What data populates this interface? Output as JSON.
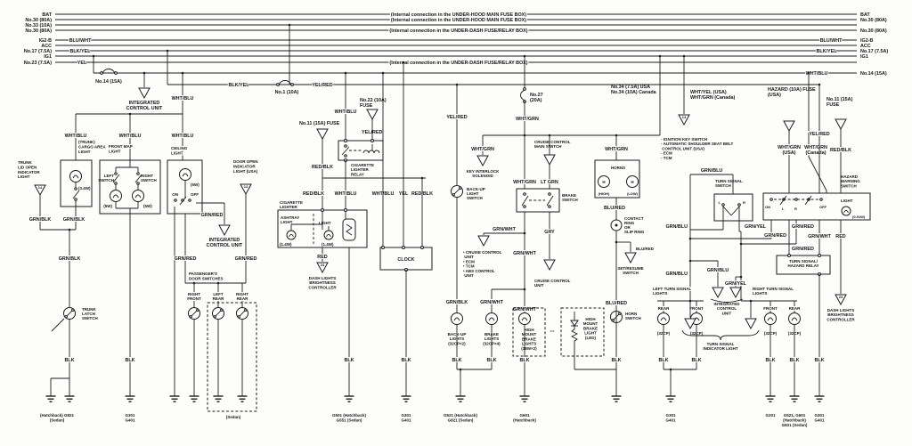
{
  "bus": {
    "l0": "BAT",
    "l1": "No.30 (80A)",
    "l2": "No.33 (10A)",
    "l3": "No.30 (80A)",
    "l4": "IG2-B",
    "l5": "ACC",
    "l6": "No.17 (7.5A)",
    "l7": "IG1",
    "l8": "No.23 (7.5A)",
    "r0": "BAT",
    "r1": "No.30 (80A)",
    "r2": "No.30 (80A)",
    "r3": "IG2-B",
    "r4": "ACC",
    "r5": "No.17 (7.5A)",
    "r6": "IG1",
    "r7": "No.14 (15A)",
    "note_hood": "(Internal connection in the UNDER-HOOD MAIN FUSE BOX)",
    "note_dash": "(Internal connection in the UNDER-DASH FUSE/RELAY BOX)"
  },
  "w": {
    "whtblu": "WHT/BLU",
    "bluwht": "BLU/WHT",
    "blkyel": "BLK/YEL",
    "yel": "YEL",
    "yelred": "YEL/RED",
    "redblk": "RED/BLK",
    "red": "RED",
    "blk": "BLK",
    "grnblk": "GRN/BLK",
    "grnred": "GRN/RED",
    "grnwht": "GRN/WHT",
    "whtgrn": "WHT/GRN",
    "ltgrn": "LT GRN",
    "gry": "GRY",
    "blured": "BLU/RED",
    "grnblu": "GRN/BLU",
    "grnyel": "GRN/YEL"
  },
  "fuse": {
    "f14": "No.14 (15A)",
    "f1": "No.1 (10A)",
    "f22": "No.22 (10A)|FUSE",
    "f11": "No.11 (15A) FUSE",
    "f27": "No.27|(20A)",
    "f34": "No.34 (7.5A) USA|No.34 (10A) Canada",
    "fhaz": "HAZARD (10A) FUSE|(USA)",
    "f11b": "No.11 (15A)|FUSE"
  },
  "comp": {
    "icu": "INTEGRATED|CONTROL UNIT",
    "icu3": "INTEGRATED|CONTROL|UNIT",
    "trunk_lid": "TRUNK|LID OPEN|INDICATOR|LIGHT",
    "trunk_cargo": "(TRUNK)|CARGO AREA|LIGHT",
    "front_map": "FRONT MAP|LIGHT",
    "ceiling": "CEILING|LIGHT",
    "door_open": "DOOR OPEN|INDICATOR|LIGHT (USA)",
    "left_switch": "LEFT|SWITCH",
    "right_switch": "RIGHT|SWITCH",
    "w34": "(3.4W)",
    "w5": "(5W)",
    "w14": "(1.4W)",
    "w091": "(0.91W)",
    "on": "ON",
    "off": "OFF",
    "pass_door": "PASSENGER'S|DOOR SWITCHES",
    "rf": "RIGHT|FRONT",
    "lr": "LEFT|REAR",
    "rr": "RIGHT|REAR",
    "trunk_latch": "TRUNK|LATCH|SWITCH",
    "cig": "CIGARETTE|LIGHTER",
    "cig_relay": "CIGARETTE|LIGHTER|RELAY",
    "ashtray": "ASHTRAY|LIGHT",
    "light": "LIGHT",
    "clock": "CLOCK",
    "dlbc": "DASH LIGHTS|BRIGHTNESS|CONTROLLER",
    "key_interlock": "KEY INTERLOCK|SOLENOID",
    "cruise_main": "CRUISE CONTROL|MAIN SWITCH",
    "brake_switch": "BRAKE|SWITCH",
    "horns": "HORNS",
    "h": "H",
    "high": "(HIGH)",
    "low": "(LOW)",
    "contact": "CONTACT|RING|OR|SLIP RING",
    "setresume": "SET/RESUME|SWITCH",
    "horn_sw": "HORN|SWITCH",
    "backup_sw": "BACK-UP|LIGHT|SWITCH",
    "cruise_list": "• CRUISE CONTROL|  UNIT|• ECM|• TCM|• ABS CONTROL|  UNIT",
    "cruise_unit": "CRUISE CONTROL|UNIT",
    "backup_lights": "BACK-UP|LIGHTS|(32CP×2)",
    "brake_lights": "BRAKE|LIGHTS|(32CP×4)",
    "hmbl": "HIGH|MOUNT|BRAKE|LIGHTS|(18W×2)",
    "hmbl_led": "HIGH|MOUNT|BRAKE|LIGHT|(LED)",
    "ign_list": "- IGNITION KEY SWITCH|- AUTOMATIC SHOULDER SEAT BELT|  CONTROL UNIT (USA)|-   ECM|-   TCM",
    "whtyel2": "WHT/YEL (USA)|WHT/GRN (Canada)",
    "whtgrn_usa": "WHT/GRN|(USA)",
    "whtgrn_can": "WHT/GRN|(Canada)",
    "turn_sw": "TURN SIGNAL|SWITCH",
    "hazard_sw": "HAZARD|WARNING|SWITCH",
    "ts_relay": "TURN SIGNAL/|HAZARD RELAY",
    "left_ts": "LEFT TURN SIGNAL|LIGHTS",
    "right_ts": "RIGHT TURN SIGNAL|LIGHTS",
    "rear": "REAR",
    "front": "FRONT",
    "cp32": "(32CP)",
    "ts_ind": "TURN SIGNAL|INDICATOR LIGHT",
    "l": "L",
    "r": "R",
    "arrows": "⇔"
  },
  "tri": {
    "n14": "14",
    "n24": "24"
  },
  "gnd": {
    "g821": "(Hatchback) G821|(Sedan)",
    "g301": "G301|G401",
    "sedan": "(Sedan)",
    "g501": "G501 (Hatchback)|G551 (Sedan)",
    "g521": "G521 (Hatchback)|G821 (Sedan)",
    "g601": "G601|(Hatchback)",
    "g201": "G201",
    "g521b": "G521, G601|(Hatchback)|G821 (Sedan)"
  }
}
